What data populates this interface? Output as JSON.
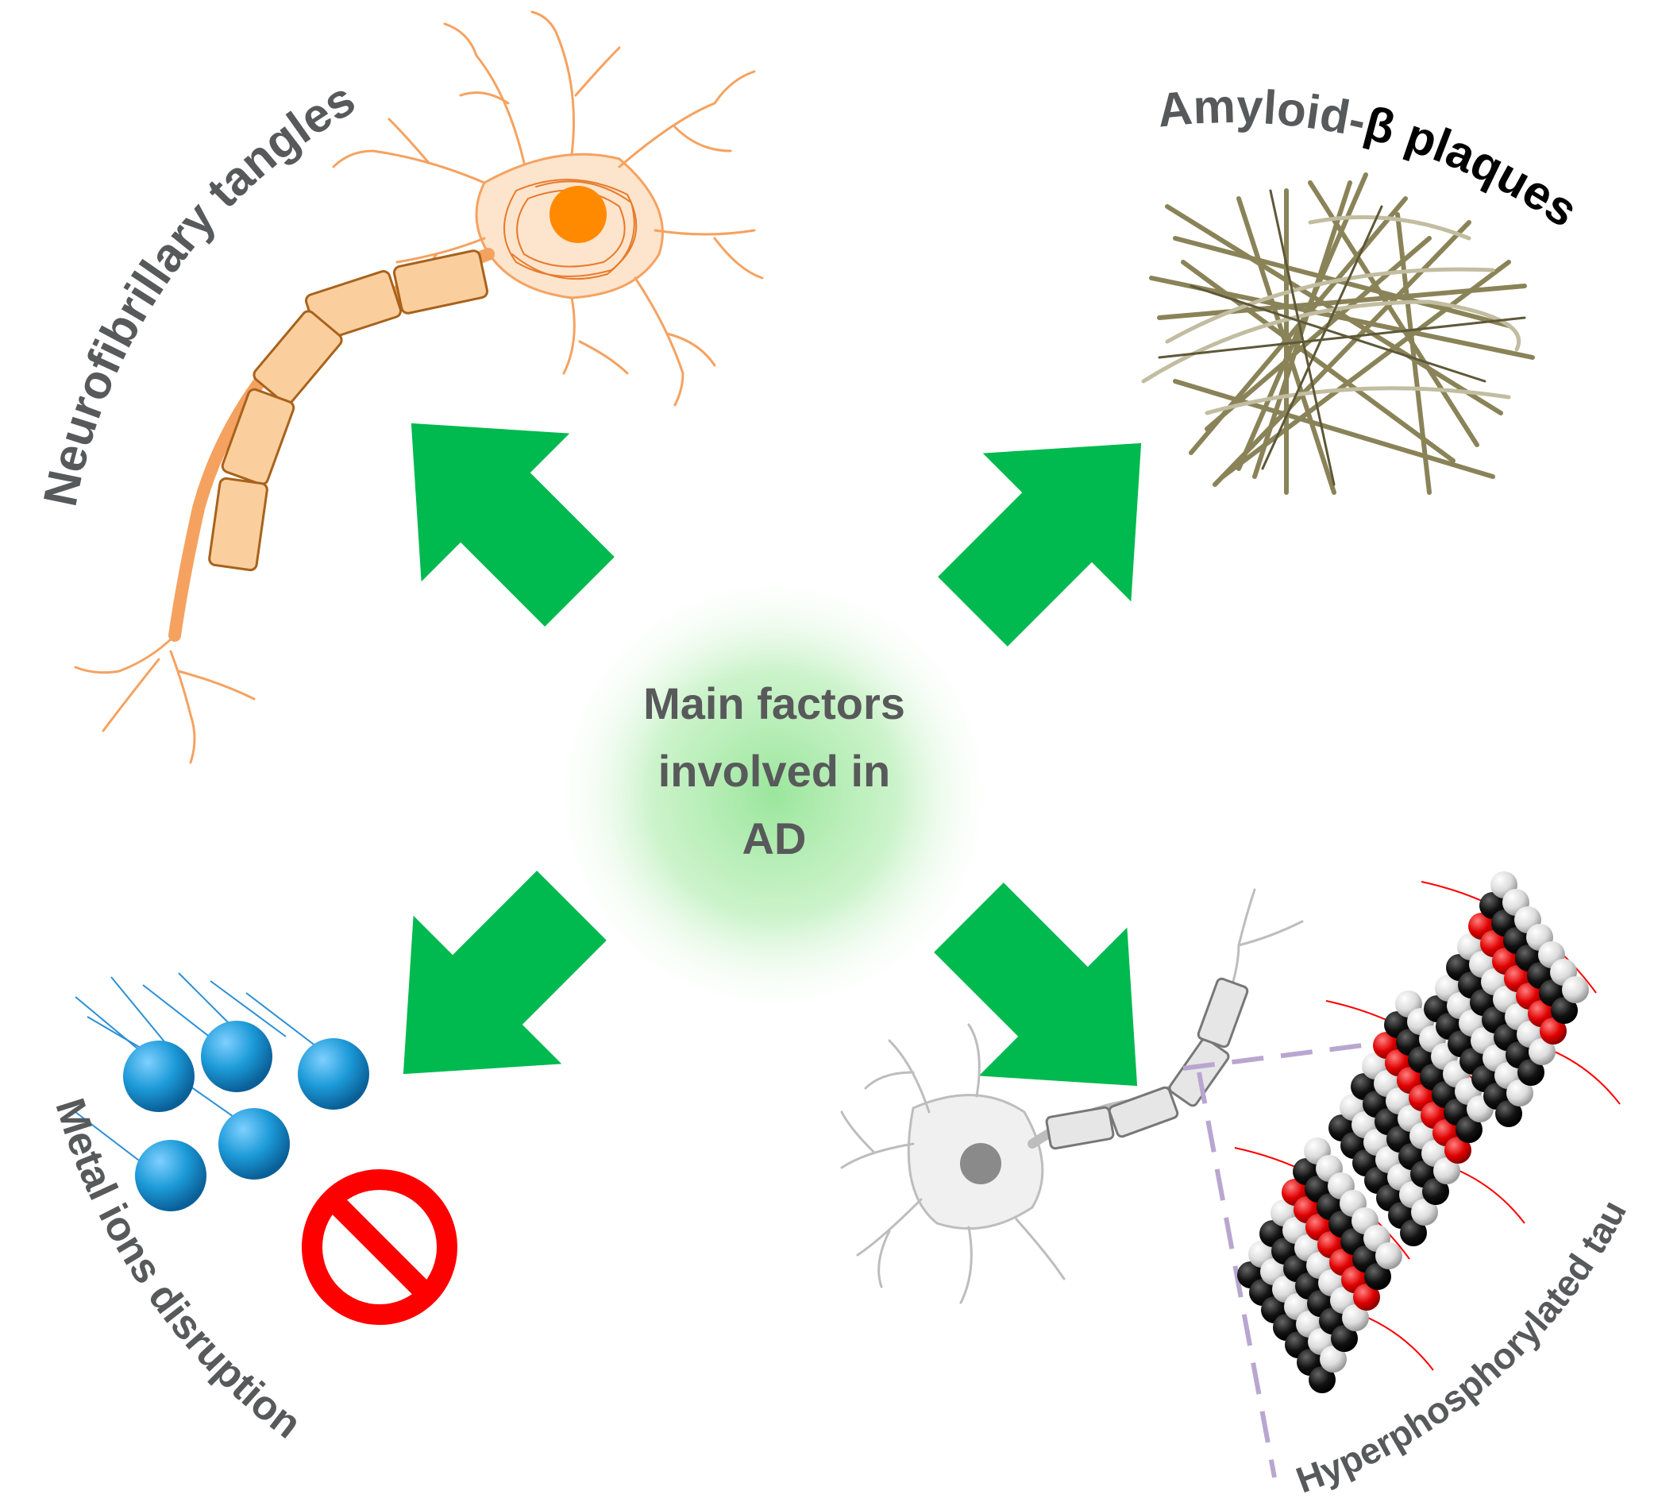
{
  "center": {
    "lines": [
      "Main factors",
      "involved in",
      "AD"
    ]
  },
  "factors": {
    "neurofibrillary": {
      "label": "Neurofibrillary tangles",
      "color": "#58595b"
    },
    "amyloid": {
      "label_prefix": "Amyloid-",
      "label_beta": "β",
      "label_suffix": " plaques",
      "color": "#000000"
    },
    "metal": {
      "label": "Metal ions disruption",
      "color": "#58595b"
    },
    "tau": {
      "label": "Hyperphosphorylated tau",
      "color": "#58595b"
    }
  },
  "colors": {
    "arrow": "#00b94f",
    "center_glow": "#9be69c",
    "neuron_orange": "#f5a260",
    "nucleus_orange": "#ff8a00",
    "fiber_olive": "#8a8358",
    "ion_blue": "#1c9ad8",
    "forbidden_red": "#ff0000",
    "dashed_purple": "#b9a6d0"
  },
  "icons": [
    "neuron-icon",
    "amyloid-fibril-icon",
    "metal-ion-icon",
    "prohibited-icon",
    "tau-protein-icon"
  ]
}
